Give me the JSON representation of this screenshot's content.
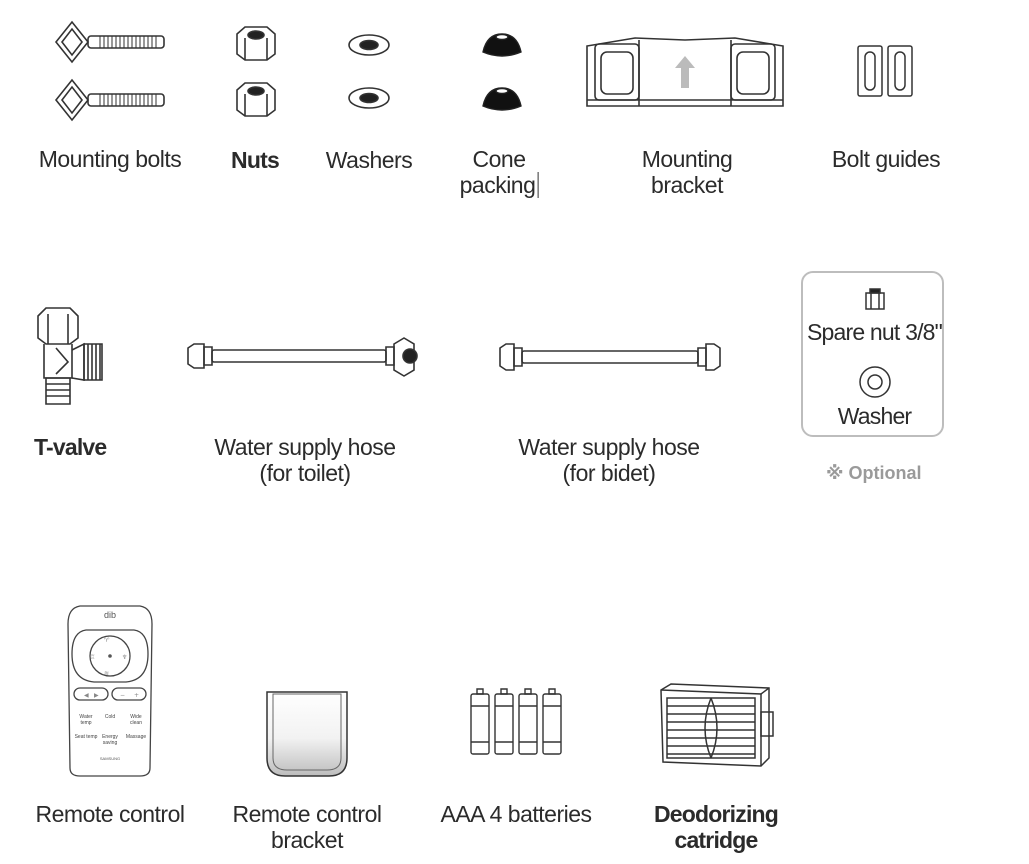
{
  "parts": {
    "mounting_bolts": "Mounting bolts",
    "nuts": "Nuts",
    "washers": "Washers",
    "cone_packing": [
      "Cone",
      "packing"
    ],
    "mounting_bracket": [
      "Mounting",
      "bracket"
    ],
    "bolt_guides": "Bolt guides",
    "t_valve": "T-valve",
    "hose_toilet": [
      "Water supply hose",
      "(for toilet)"
    ],
    "hose_bidet": [
      "Water supply hose",
      "(for bidet)"
    ],
    "remote_control": "Remote control",
    "remote_bracket": [
      "Remote control",
      "bracket"
    ],
    "batteries": "AAA 4 batteries",
    "deodorizing": [
      "Deodorizing",
      "catridge"
    ]
  },
  "optional_box": {
    "spare_nut": "Spare nut 3/8\"",
    "washer": "Washer"
  },
  "optional_note": "※ Optional",
  "remote": {
    "brand": "dib",
    "row1": [
      "Water temp",
      "Cold",
      "Wide clean"
    ],
    "row2": [
      "Seat temp",
      "Energy saving",
      "Massage"
    ],
    "bottom": "SAMSUNG"
  }
}
